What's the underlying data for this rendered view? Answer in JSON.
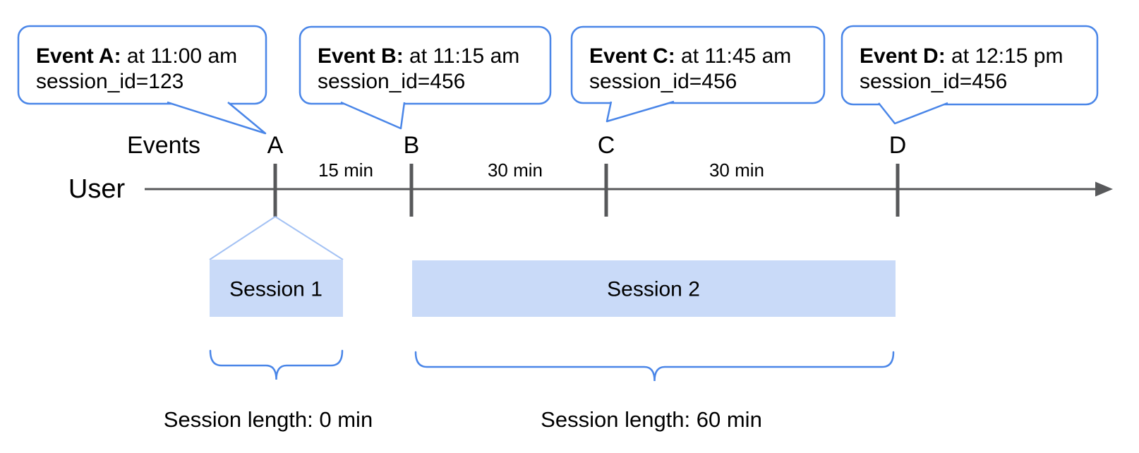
{
  "diagram": {
    "events_label": "Events",
    "user_label": "User",
    "intervals": [
      "15 min",
      "30 min",
      "30 min"
    ],
    "events": [
      {
        "letter": "A",
        "callout_title": "Event A: ",
        "callout_time": "at 11:00 am",
        "callout_session": "session_id=123"
      },
      {
        "letter": "B",
        "callout_title": "Event B: ",
        "callout_time": "at 11:15 am",
        "callout_session": "session_id=456"
      },
      {
        "letter": "C",
        "callout_title": "Event C: ",
        "callout_time": "at 11:45 am",
        "callout_session": "session_id=456"
      },
      {
        "letter": "D",
        "callout_title": "Event D: ",
        "callout_time": "at 12:15 pm",
        "callout_session": "session_id=456"
      }
    ],
    "sessions": [
      {
        "label": "Session 1",
        "length": "Session length: 0 min"
      },
      {
        "label": "Session 2",
        "length": "Session length: 60 min"
      }
    ],
    "colors": {
      "accent": "#4a86e8",
      "session_fill": "#c9daf8",
      "funnel_line": "#a4c2f4",
      "axis_gray": "#58595b",
      "text": "#000000"
    }
  }
}
